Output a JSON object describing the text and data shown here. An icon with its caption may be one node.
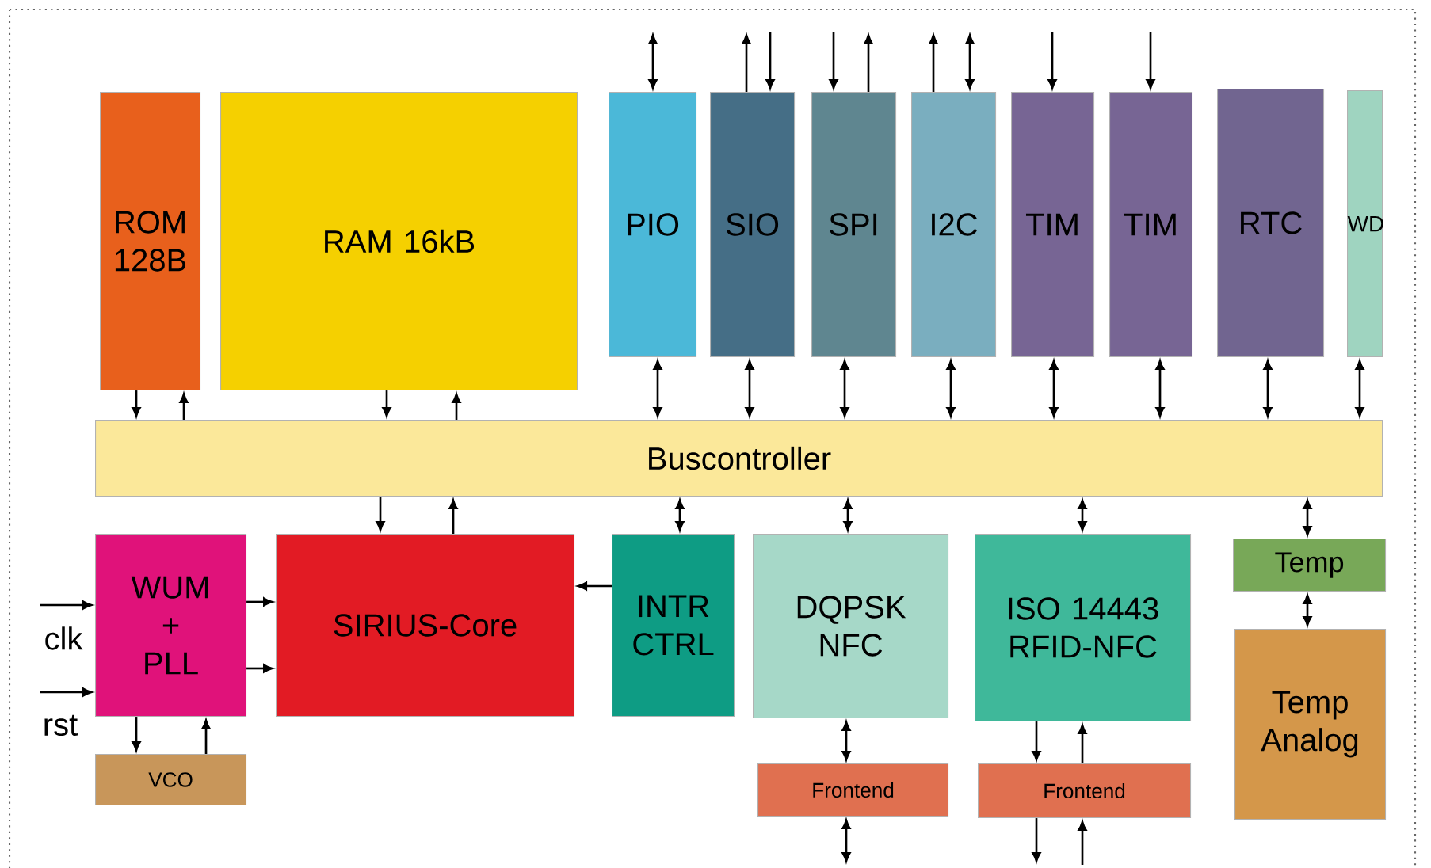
{
  "diagram": {
    "nodes": [
      {
        "text": [
          "ROM 128B"
        ]
      },
      {
        "text": [
          "RAM 16kB"
        ]
      },
      {
        "text": [
          "PIO"
        ]
      },
      {
        "text": [
          "SIO"
        ]
      },
      {
        "text": [
          "SPI"
        ]
      },
      {
        "text": [
          "I2C"
        ]
      },
      {
        "text": [
          "TIM"
        ]
      },
      {
        "text": [
          "TIM"
        ]
      },
      {
        "text": [
          "RTC"
        ]
      },
      {
        "text": [
          "WD"
        ]
      },
      {
        "text": [
          "Buscontroller"
        ]
      },
      {
        "text": [
          "WUM + PLL"
        ]
      },
      {
        "text": [
          "SIRIUS-Core"
        ]
      },
      {
        "text": [
          "INTR CTRL"
        ]
      },
      {
        "text": [
          "DQPSK NFC"
        ]
      },
      {
        "text": [
          "ISO 14443 RFID-NFC"
        ]
      },
      {
        "text": [
          "Temp"
        ]
      },
      {
        "text": [
          "Temp Analog"
        ]
      },
      {
        "text": [
          "VCO"
        ]
      },
      {
        "text": [
          "Frontend"
        ]
      },
      {
        "text": [
          "Frontend"
        ]
      }
    ],
    "edges": [
      {
        "from": null,
        "to": 2,
        "arrow": "both"
      },
      {
        "from": 3,
        "to": null,
        "arrow": "to"
      },
      {
        "from": null,
        "to": 3,
        "arrow": "to"
      },
      {
        "from": null,
        "to": 4,
        "arrow": "to"
      },
      {
        "from": 4,
        "to": null,
        "arrow": "to"
      },
      {
        "from": 5,
        "to": null,
        "arrow": "to"
      },
      {
        "from": null,
        "to": 5,
        "arrow": "both"
      },
      {
        "from": null,
        "to": 6,
        "arrow": "to"
      },
      {
        "from": null,
        "to": 7,
        "arrow": "to"
      },
      {
        "from": 0,
        "to": 10,
        "arrow": "to"
      },
      {
        "from": 10,
        "to": 0,
        "arrow": "to"
      },
      {
        "from": 1,
        "to": 10,
        "arrow": "to"
      },
      {
        "from": 10,
        "to": 1,
        "arrow": "to"
      },
      {
        "from": 2,
        "to": 10,
        "arrow": "both"
      },
      {
        "from": 3,
        "to": 10,
        "arrow": "both"
      },
      {
        "from": 4,
        "to": 10,
        "arrow": "both"
      },
      {
        "from": 5,
        "to": 10,
        "arrow": "both"
      },
      {
        "from": 6,
        "to": 10,
        "arrow": "both"
      },
      {
        "from": 7,
        "to": 10,
        "arrow": "both"
      },
      {
        "from": 8,
        "to": 10,
        "arrow": "both"
      },
      {
        "from": 9,
        "to": 10,
        "arrow": "both"
      },
      {
        "from": 10,
        "to": 12,
        "arrow": "to"
      },
      {
        "from": 12,
        "to": 10,
        "arrow": "to"
      },
      {
        "from": 10,
        "to": 13,
        "arrow": "both"
      },
      {
        "from": 10,
        "to": 14,
        "arrow": "both"
      },
      {
        "from": 10,
        "to": 15,
        "arrow": "both"
      },
      {
        "from": 10,
        "to": 16,
        "arrow": "both"
      },
      {
        "from": 16,
        "to": 17,
        "arrow": "both"
      },
      {
        "from": 11,
        "to": 12,
        "arrow": "to"
      },
      {
        "from": 11,
        "to": 12,
        "arrow": "to"
      },
      {
        "from": 13,
        "to": 12,
        "arrow": "to"
      },
      {
        "from": 11,
        "to": 18,
        "arrow": "to"
      },
      {
        "from": 18,
        "to": 11,
        "arrow": "to"
      },
      {
        "from": 14,
        "to": 19,
        "arrow": "both"
      },
      {
        "from": 15,
        "to": 20,
        "arrow": "to"
      },
      {
        "from": 20,
        "to": 15,
        "arrow": "to"
      },
      {
        "from": 19,
        "to": null,
        "arrow": "both"
      },
      {
        "from": 20,
        "to": null,
        "arrow": "to"
      },
      {
        "from": null,
        "to": 20,
        "arrow": "to"
      },
      {
        "from": null,
        "to": 11,
        "arrow": "to",
        "label": "clk"
      },
      {
        "from": null,
        "to": 11,
        "arrow": "to",
        "label": "rst"
      }
    ]
  }
}
